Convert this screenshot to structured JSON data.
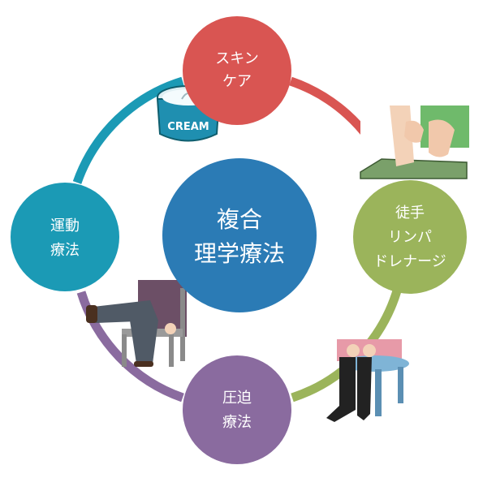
{
  "center": {
    "line1": "複合",
    "line2": "理学療法",
    "color": "#2b7bb5"
  },
  "nodes": {
    "skin_care": {
      "line1": "スキン",
      "line2": "ケア",
      "color": "#d95552"
    },
    "lymph": {
      "line1": "徒手",
      "line2": "リンパ",
      "line3": "ドレナージ",
      "color": "#9bb45b"
    },
    "compression": {
      "line1": "圧迫",
      "line2": "療法",
      "color": "#8a6b9f"
    },
    "exercise": {
      "line1": "運動",
      "line2": "療法",
      "color": "#1b9ab5"
    }
  },
  "cream_label": "CREAM",
  "ring_colors": {
    "skin_to_lymph": "#d95552",
    "lymph_to_compression": "#9bb45b",
    "compression_to_exercise": "#8a6b9f",
    "exercise_to_skin": "#1b9ab5"
  }
}
